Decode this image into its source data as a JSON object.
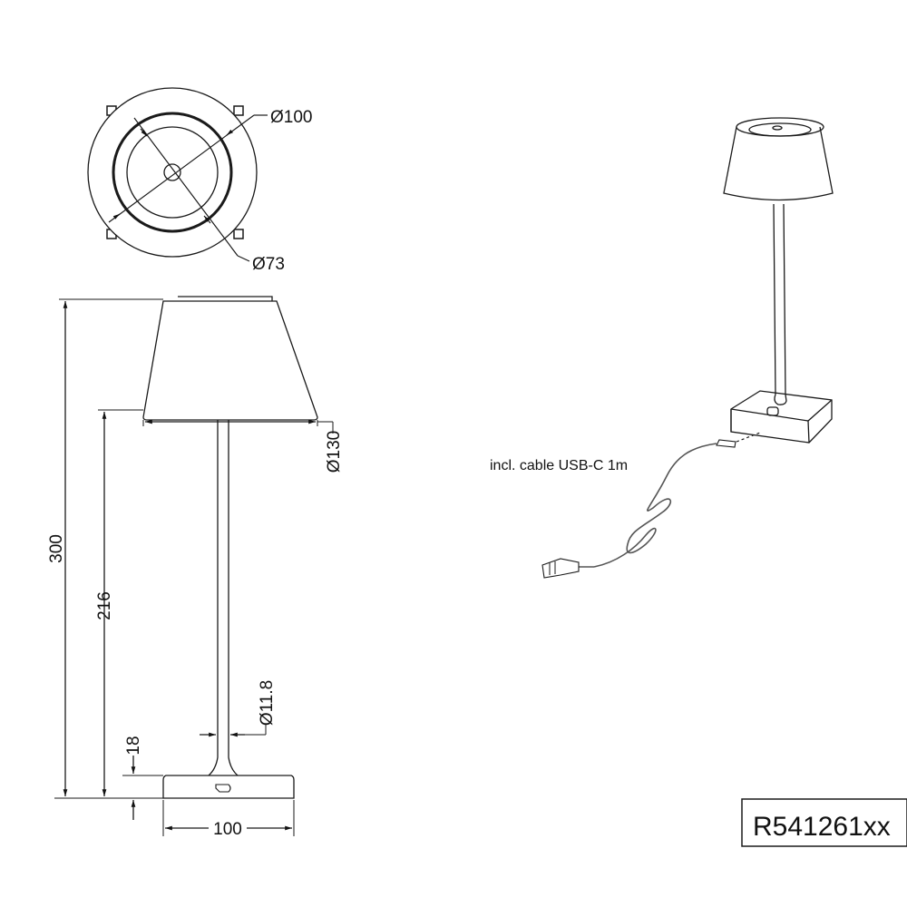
{
  "top_view": {
    "outer_diameter_label": "Ø100",
    "inner_diameter_label": "Ø73"
  },
  "side_view": {
    "height_total_label": "300",
    "height_shade_bottom_label": "216",
    "shade_diameter_label": "Ø130",
    "stem_diameter_label": "Ø11.8",
    "base_height_label": "18",
    "base_width_label": "100"
  },
  "perspective_view": {
    "cable_note": "incl. cable USB-C 1m"
  },
  "product_code": "R541261xx",
  "colors": {
    "line": "#1a1a1a",
    "background": "#ffffff"
  }
}
